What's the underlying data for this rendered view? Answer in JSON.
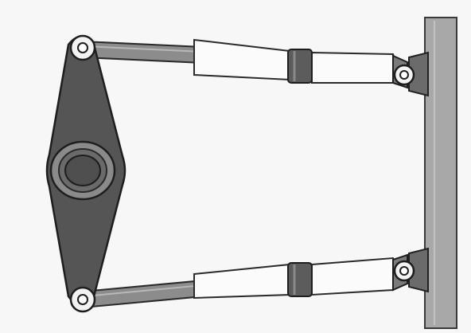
{
  "diagram": {
    "components": [
      "wall-mount",
      "rocker-link",
      "central-hub",
      "upper-hydraulic-cylinder",
      "lower-hydraulic-cylinder"
    ],
    "colors": {
      "background": "#f7f7f7",
      "wall": "#a8a8a8",
      "rocker": "#555555",
      "hub_ring": "#8a8a8a",
      "hub_core": "#4f4f4f",
      "rod": "#8c8c8c",
      "barrel": "#fbfbfb",
      "piston": "#5c5c5c",
      "clevis": "#6b6b6b",
      "stroke": "#222222"
    }
  }
}
